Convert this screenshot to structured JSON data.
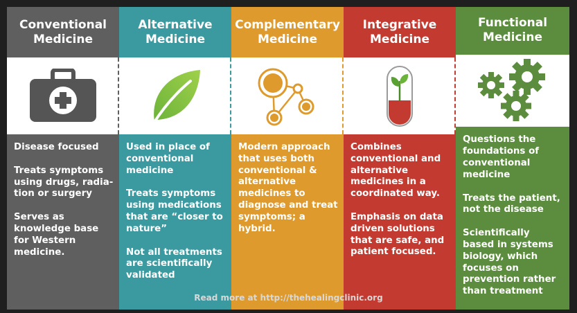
{
  "colors": {
    "conventional": "#5f5f5f",
    "alternative": "#3a9aa0",
    "complementary": "#de9a2c",
    "integrative": "#c33a31",
    "functional": "#5c8d3e"
  },
  "columns": [
    {
      "id": "conventional",
      "icon": "medical-kit-icon",
      "title": "Conventional\nMedicine",
      "points": [
        "Disease focused",
        "Treats symptoms using drugs, radia-tion or surgery",
        "Serves as knowledge base for Western medicine."
      ]
    },
    {
      "id": "alternative",
      "icon": "leaf-icon",
      "title": "Alternative\nMedicine",
      "points": [
        "Used in place of conventional medicine",
        "Treats symptoms using medications that are “closer to nature”",
        "Not all treatments are scientifically validated"
      ]
    },
    {
      "id": "complementary",
      "icon": "molecule-icon",
      "title": "Complementary\nMedicine",
      "points": [
        "Modern approach that uses both conventional & alternative medicines to diagnose and treat symptoms; a hybrid."
      ]
    },
    {
      "id": "integrative",
      "icon": "capsule-plant-icon",
      "title": "Integrative\nMedicine",
      "points": [
        "Combines conventional and alternative medicines in a coordinated way.",
        "Emphasis on data driven solutions that are safe, and patient focused."
      ]
    },
    {
      "id": "functional",
      "icon": "gears-icon",
      "title": "Functional\nMedicine",
      "points": [
        "Questions the foundations of conventional medicine",
        "Treats the patient, not the disease",
        "Scientifically based in systems biology, which focuses on prevention rather than treatment"
      ]
    }
  ],
  "footer": "Read more at http://thehealingclinic.org"
}
